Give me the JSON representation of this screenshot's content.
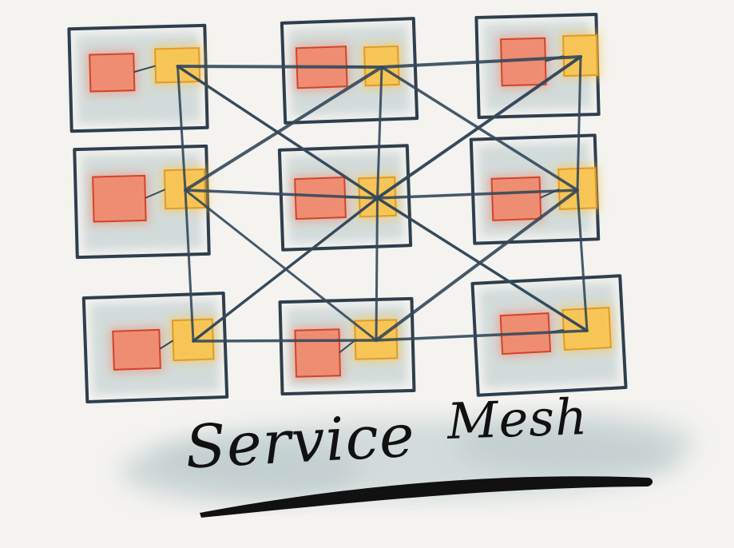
{
  "diagram": {
    "title_left": "Service",
    "title_right": "Mesh",
    "colors": {
      "background": "#f4f3f0",
      "pod_wash": "#c7d3d3",
      "pod_border": "#2f3e4c",
      "service_fill": "#f0876a",
      "service_stroke": "#d2442c",
      "proxy_fill": "#f8c451",
      "proxy_stroke": "#e39b22",
      "mesh_line": "#34495a",
      "underline": "#111111"
    },
    "grid": {
      "rows": 3,
      "cols": 3
    }
  }
}
